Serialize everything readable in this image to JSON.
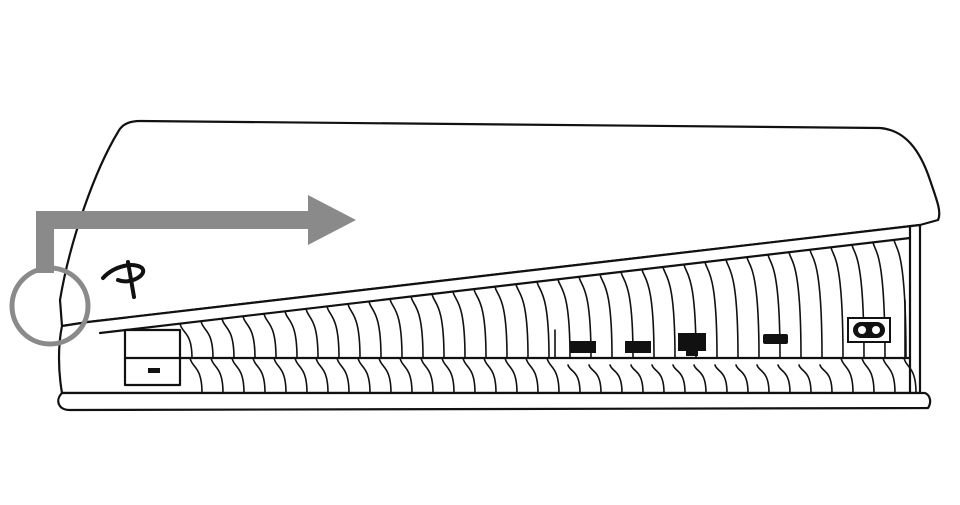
{
  "colors": {
    "line": "#111111",
    "arrow": "#8a8a8a",
    "background": "#ffffff"
  },
  "ports": [
    "usb-a",
    "usb-a",
    "ethernet",
    "hdmi",
    "power"
  ]
}
